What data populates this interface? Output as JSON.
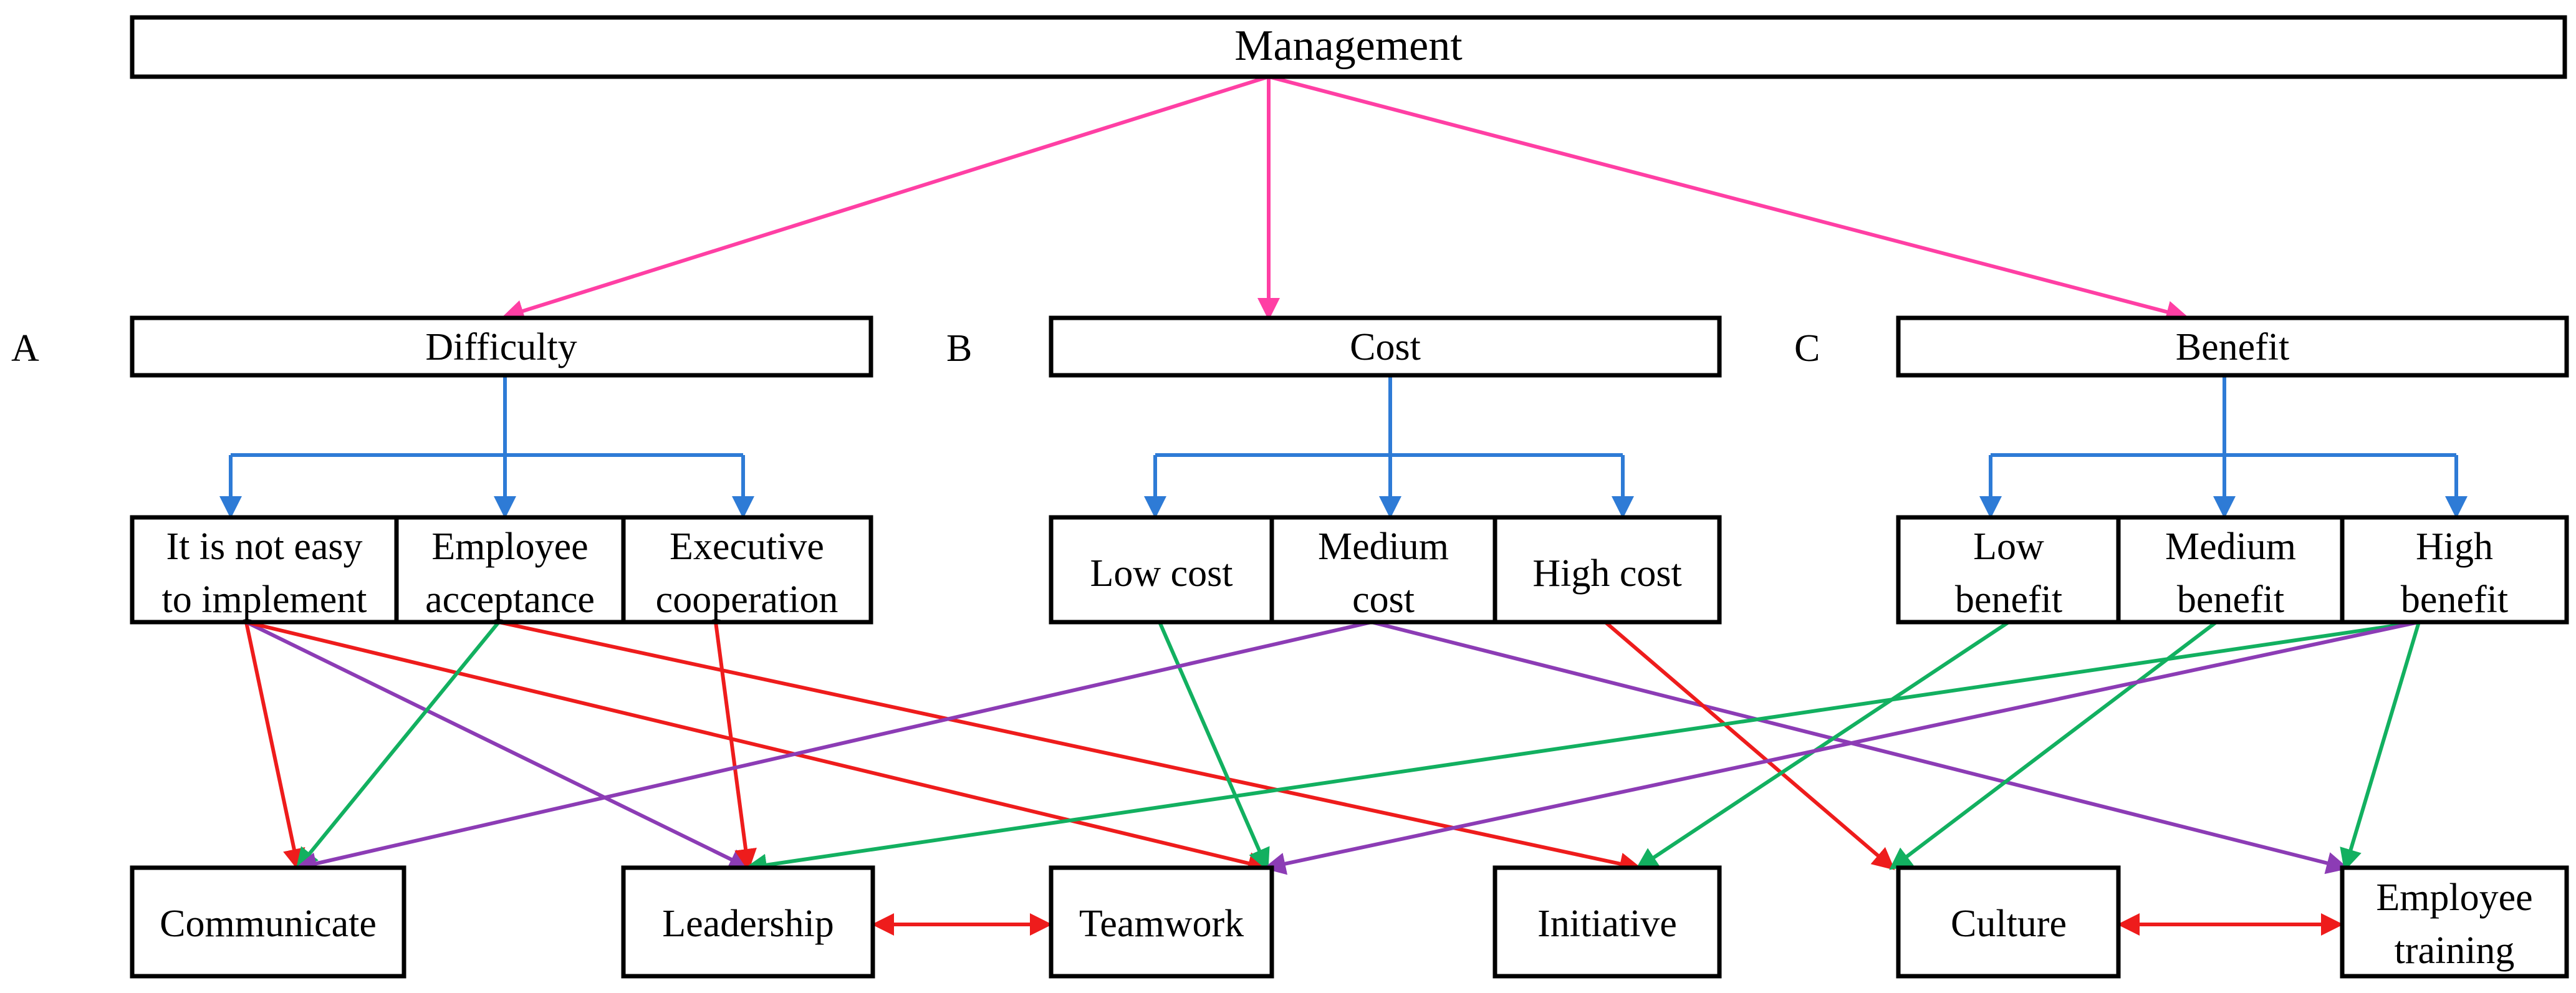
{
  "colors": {
    "management_links": "#ff3fa4",
    "criteria_links": "#2e7bd6",
    "links_red": "#ee1c1c",
    "links_green": "#12b060",
    "links_purple": "#8c3cb5"
  },
  "root": {
    "label": "Management"
  },
  "groups": [
    {
      "id": "A",
      "tag": "A",
      "label": "Difficulty",
      "options": [
        {
          "lines": [
            "It is not easy",
            "to implement"
          ]
        },
        {
          "lines": [
            "Employee",
            "acceptance"
          ]
        },
        {
          "lines": [
            "Executive",
            "cooperation"
          ]
        }
      ]
    },
    {
      "id": "B",
      "tag": "B",
      "label": "Cost",
      "options": [
        {
          "lines": [
            "Low cost"
          ]
        },
        {
          "lines": [
            "Medium",
            "cost"
          ]
        },
        {
          "lines": [
            "High cost"
          ]
        }
      ]
    },
    {
      "id": "C",
      "tag": "C",
      "label": "Benefit",
      "options": [
        {
          "lines": [
            "Low",
            "benefit"
          ]
        },
        {
          "lines": [
            "Medium",
            "benefit"
          ]
        },
        {
          "lines": [
            "High",
            "benefit"
          ]
        }
      ]
    }
  ],
  "outcomes": [
    {
      "lines": [
        "Communicate"
      ]
    },
    {
      "lines": [
        "Leadership"
      ]
    },
    {
      "lines": [
        "Teamwork"
      ]
    },
    {
      "lines": [
        "Initiative"
      ]
    },
    {
      "lines": [
        "Culture"
      ]
    },
    {
      "lines": [
        "Employee",
        "training"
      ]
    }
  ],
  "links": [
    {
      "from": "A.0",
      "to": "O.0",
      "color": "red"
    },
    {
      "from": "A.0",
      "to": "O.1",
      "color": "purple"
    },
    {
      "from": "A.0",
      "to": "O.2",
      "color": "red"
    },
    {
      "from": "A.1",
      "to": "O.0",
      "color": "green"
    },
    {
      "from": "A.1",
      "to": "O.3",
      "color": "red"
    },
    {
      "from": "A.2",
      "to": "O.1",
      "color": "red"
    },
    {
      "from": "B.0",
      "to": "O.2",
      "color": "green"
    },
    {
      "from": "B.1",
      "to": "O.0",
      "color": "purple"
    },
    {
      "from": "B.1",
      "to": "O.5",
      "color": "purple"
    },
    {
      "from": "B.2",
      "to": "O.4",
      "color": "red"
    },
    {
      "from": "C.0",
      "to": "O.3",
      "color": "green"
    },
    {
      "from": "C.1",
      "to": "O.4",
      "color": "green"
    },
    {
      "from": "C.2",
      "to": "O.1",
      "color": "green"
    },
    {
      "from": "C.2",
      "to": "O.2",
      "color": "purple"
    },
    {
      "from": "C.2",
      "to": "O.5",
      "color": "green"
    }
  ],
  "mutual_links": [
    {
      "a": "O.1",
      "b": "O.2",
      "color": "red"
    },
    {
      "a": "O.4",
      "b": "O.5",
      "color": "red"
    }
  ]
}
